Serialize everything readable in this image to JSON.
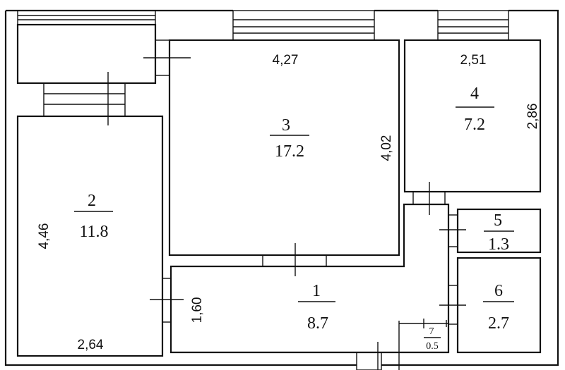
{
  "rooms": [
    {
      "number": "1",
      "area": "8.7"
    },
    {
      "number": "2",
      "area": "11.8"
    },
    {
      "number": "3",
      "area": "17.2"
    },
    {
      "number": "4",
      "area": "7.2"
    },
    {
      "number": "5",
      "area": "1.3"
    },
    {
      "number": "6",
      "area": "2.7"
    }
  ],
  "dimensions": {
    "room3_width": "4,27",
    "room3_depth": "4,02",
    "room4_width": "2,51",
    "room4_depth": "2,86",
    "room2_depth": "4,46",
    "room2_width": "2,64",
    "room1_width": "1,60",
    "niche_top": "7",
    "niche_bottom": "0.5"
  }
}
